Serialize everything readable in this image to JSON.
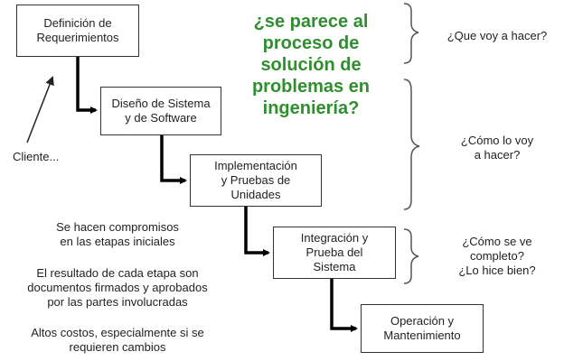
{
  "stages": [
    {
      "label": "Definición de\nRequerimientos"
    },
    {
      "label": "Diseño de Sistema\ny de Software"
    },
    {
      "label": "Implementación\ny Pruebas de\nUnidades"
    },
    {
      "label": "Integración y\nPrueba del\nSistema"
    },
    {
      "label": "Operación y\nMantenimiento"
    }
  ],
  "question": "¿se parece al\nproceso de\nsolución de\nproblemas en\ningeniería?",
  "phase_questions": [
    {
      "text": "¿Que voy a hacer?"
    },
    {
      "text": "¿Cómo lo voy\na hacer?"
    },
    {
      "text": "¿Cómo se ve\ncompleto?\n¿Lo hice bien?"
    }
  ],
  "client_label": "Cliente...",
  "notes": [
    "Se hacen compromisos\nen las etapas iniciales",
    "El resultado de cada etapa son\ndocumentos firmados y aprobados\npor las partes involucradas",
    "Altos costos, especialmente si se\nrequieren cambios"
  ],
  "colors": {
    "question_text": "#2f8f2f",
    "arrow": "#000000",
    "brace": "#555555",
    "box_border": "#333333"
  }
}
